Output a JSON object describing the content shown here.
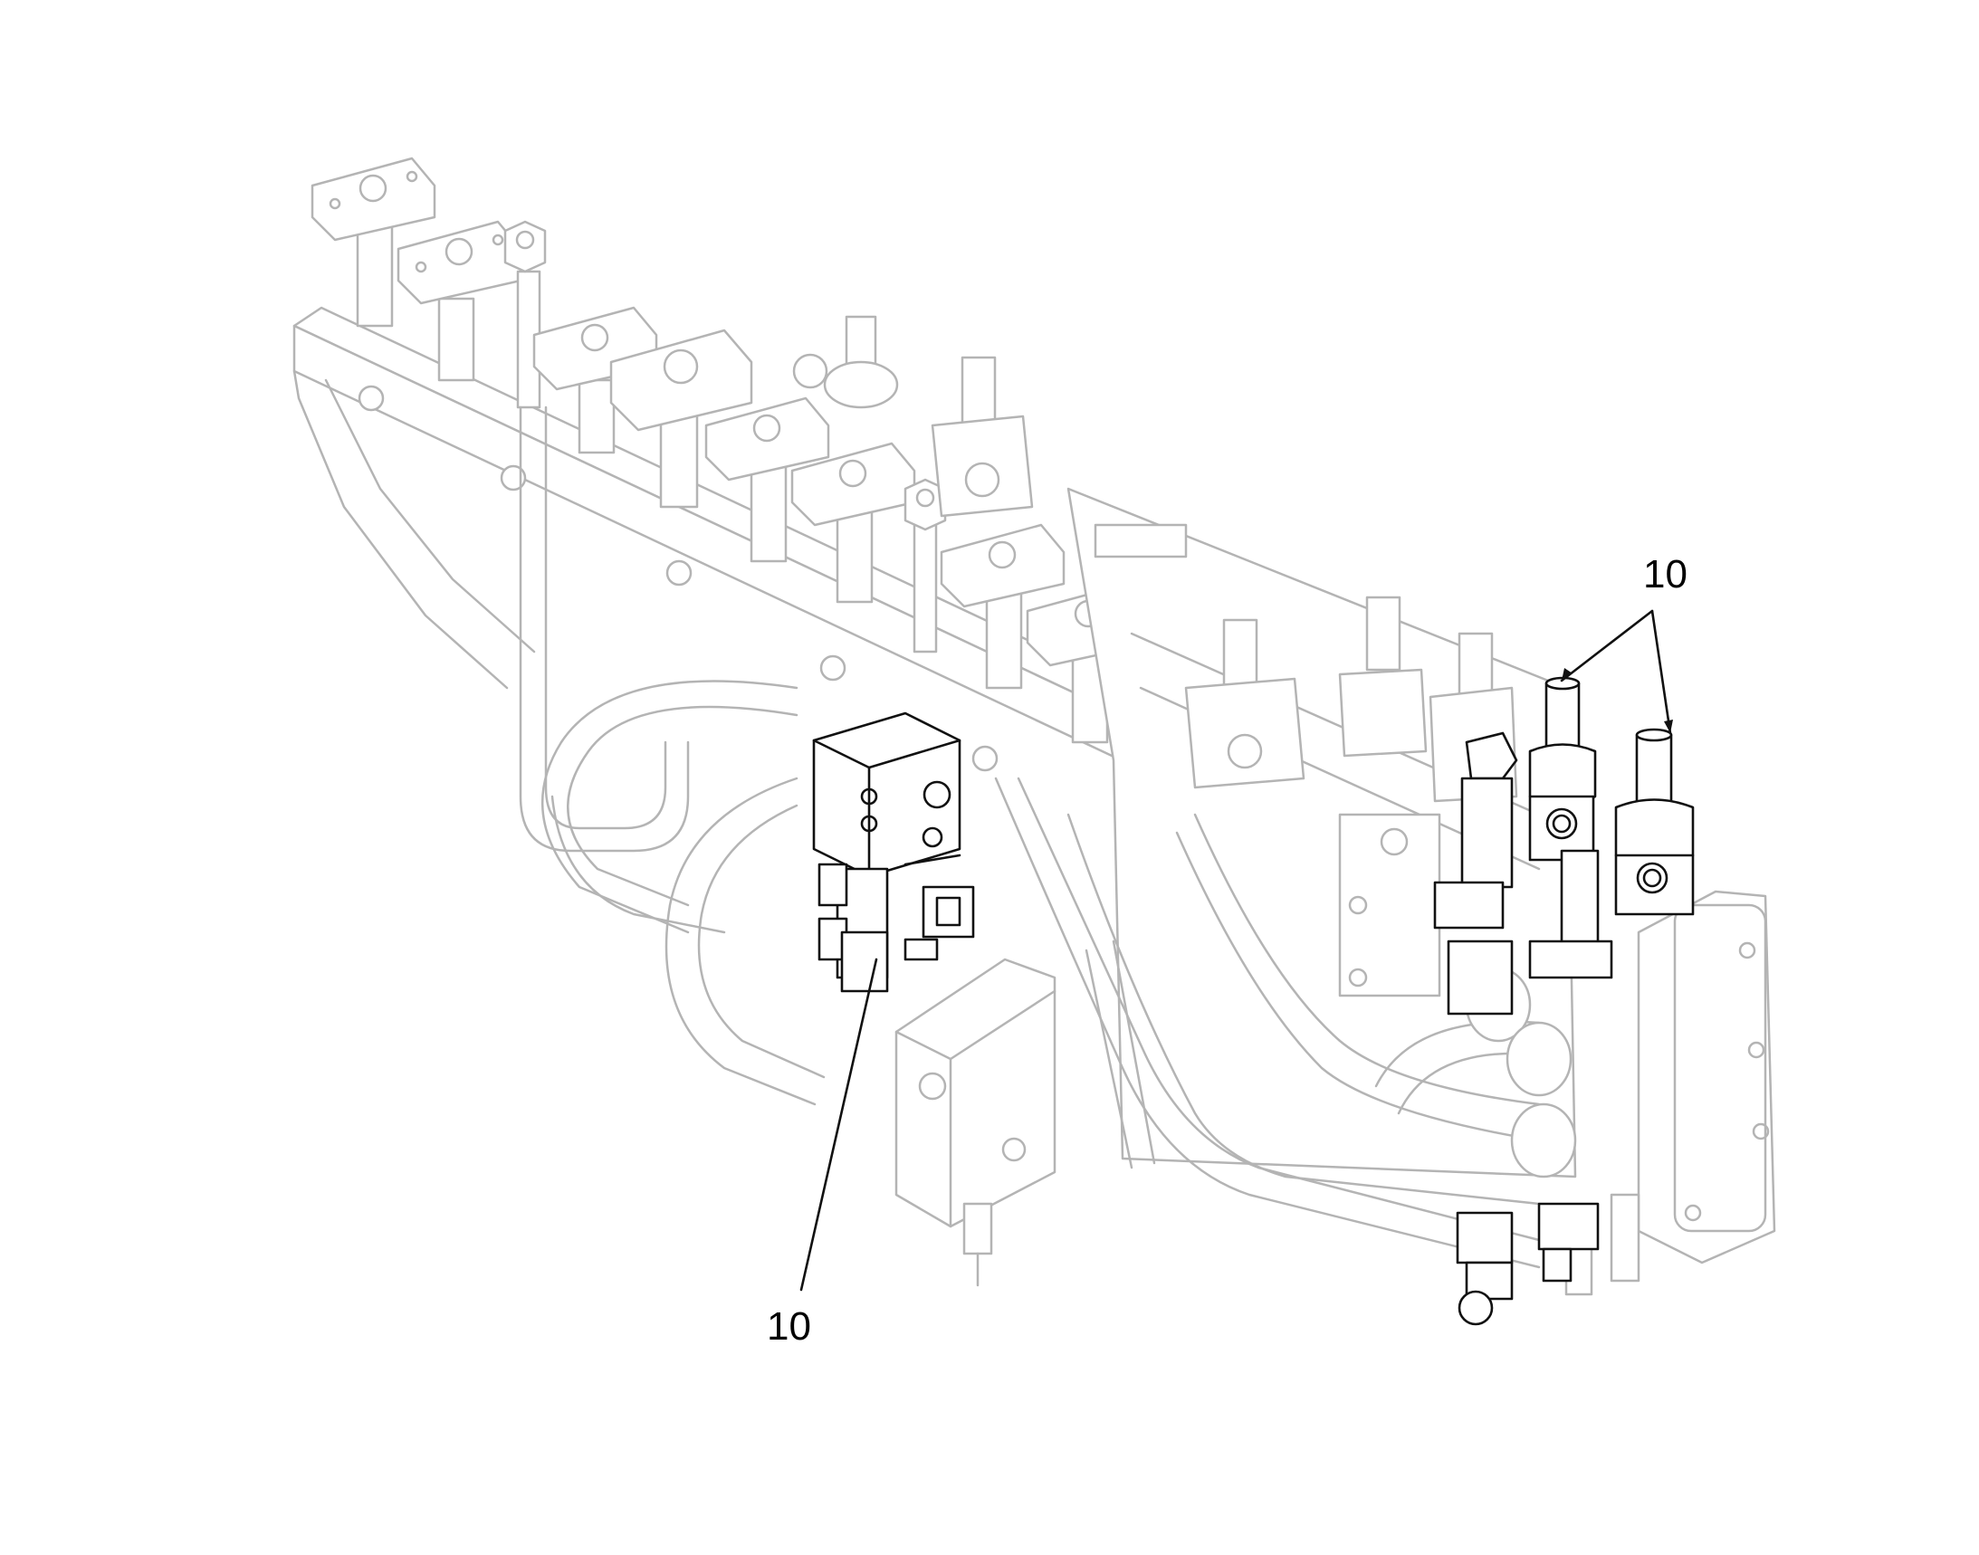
{
  "figure": {
    "callouts": [
      {
        "id": "upper",
        "label": "10",
        "targets": [
          "pilot-cartridge-left",
          "pilot-cartridge-right"
        ]
      },
      {
        "id": "lower",
        "label": "10",
        "targets": [
          "solenoid-valve-block"
        ]
      }
    ],
    "colors": {
      "faded_linework": "#b4b4b4",
      "highlight_linework": "#111111",
      "background": "#ffffff"
    }
  }
}
